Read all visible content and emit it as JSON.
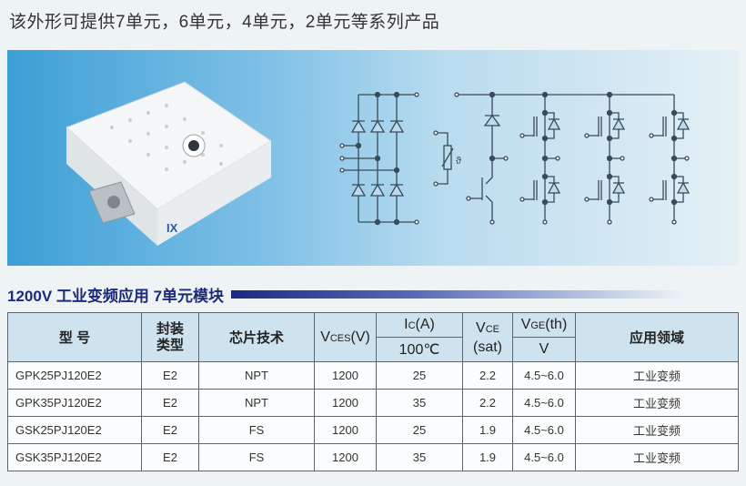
{
  "headline": "该外形可提供7单元，6单元，4单元，2单元等系列产品",
  "banner": {
    "module_logo": "IX",
    "circuit_symbol_ntc": "ϑ"
  },
  "section_title": "1200V 工业变频应用 7单元模块",
  "table": {
    "headers": {
      "model": "型 号",
      "package": "封装\n类型",
      "chip_tech": "芯片技术",
      "vces_v": "V",
      "vces_sub": "CES",
      "vces_unit": "(V)",
      "ic_v": "I",
      "ic_sub": "C",
      "ic_unit": "(A)",
      "ic_cond": "100℃",
      "vce_v": "V",
      "vce_sub": "CE",
      "vce_sat": "(sat)",
      "vge_v": "V",
      "vge_sub": "GE",
      "vge_unit": "(th)",
      "vge_cond": "V",
      "application": "应用领域"
    },
    "rows": [
      {
        "model": "GPK25PJ120E2",
        "package": "E2",
        "tech": "NPT",
        "vces": "1200",
        "ic": "25",
        "vce": "2.2",
        "vge": "4.5~6.0",
        "app": "工业变频"
      },
      {
        "model": "GPK35PJ120E2",
        "package": "E2",
        "tech": "NPT",
        "vces": "1200",
        "ic": "35",
        "vce": "2.2",
        "vge": "4.5~6.0",
        "app": "工业变频"
      },
      {
        "model": "GSK25PJ120E2",
        "package": "E2",
        "tech": "FS",
        "vces": "1200",
        "ic": "25",
        "vce": "1.9",
        "vge": "4.5~6.0",
        "app": "工业变频"
      },
      {
        "model": "GSK35PJ120E2",
        "package": "E2",
        "tech": "FS",
        "vces": "1200",
        "ic": "35",
        "vce": "1.9",
        "vge": "4.5~6.0",
        "app": "工业变频"
      }
    ]
  }
}
